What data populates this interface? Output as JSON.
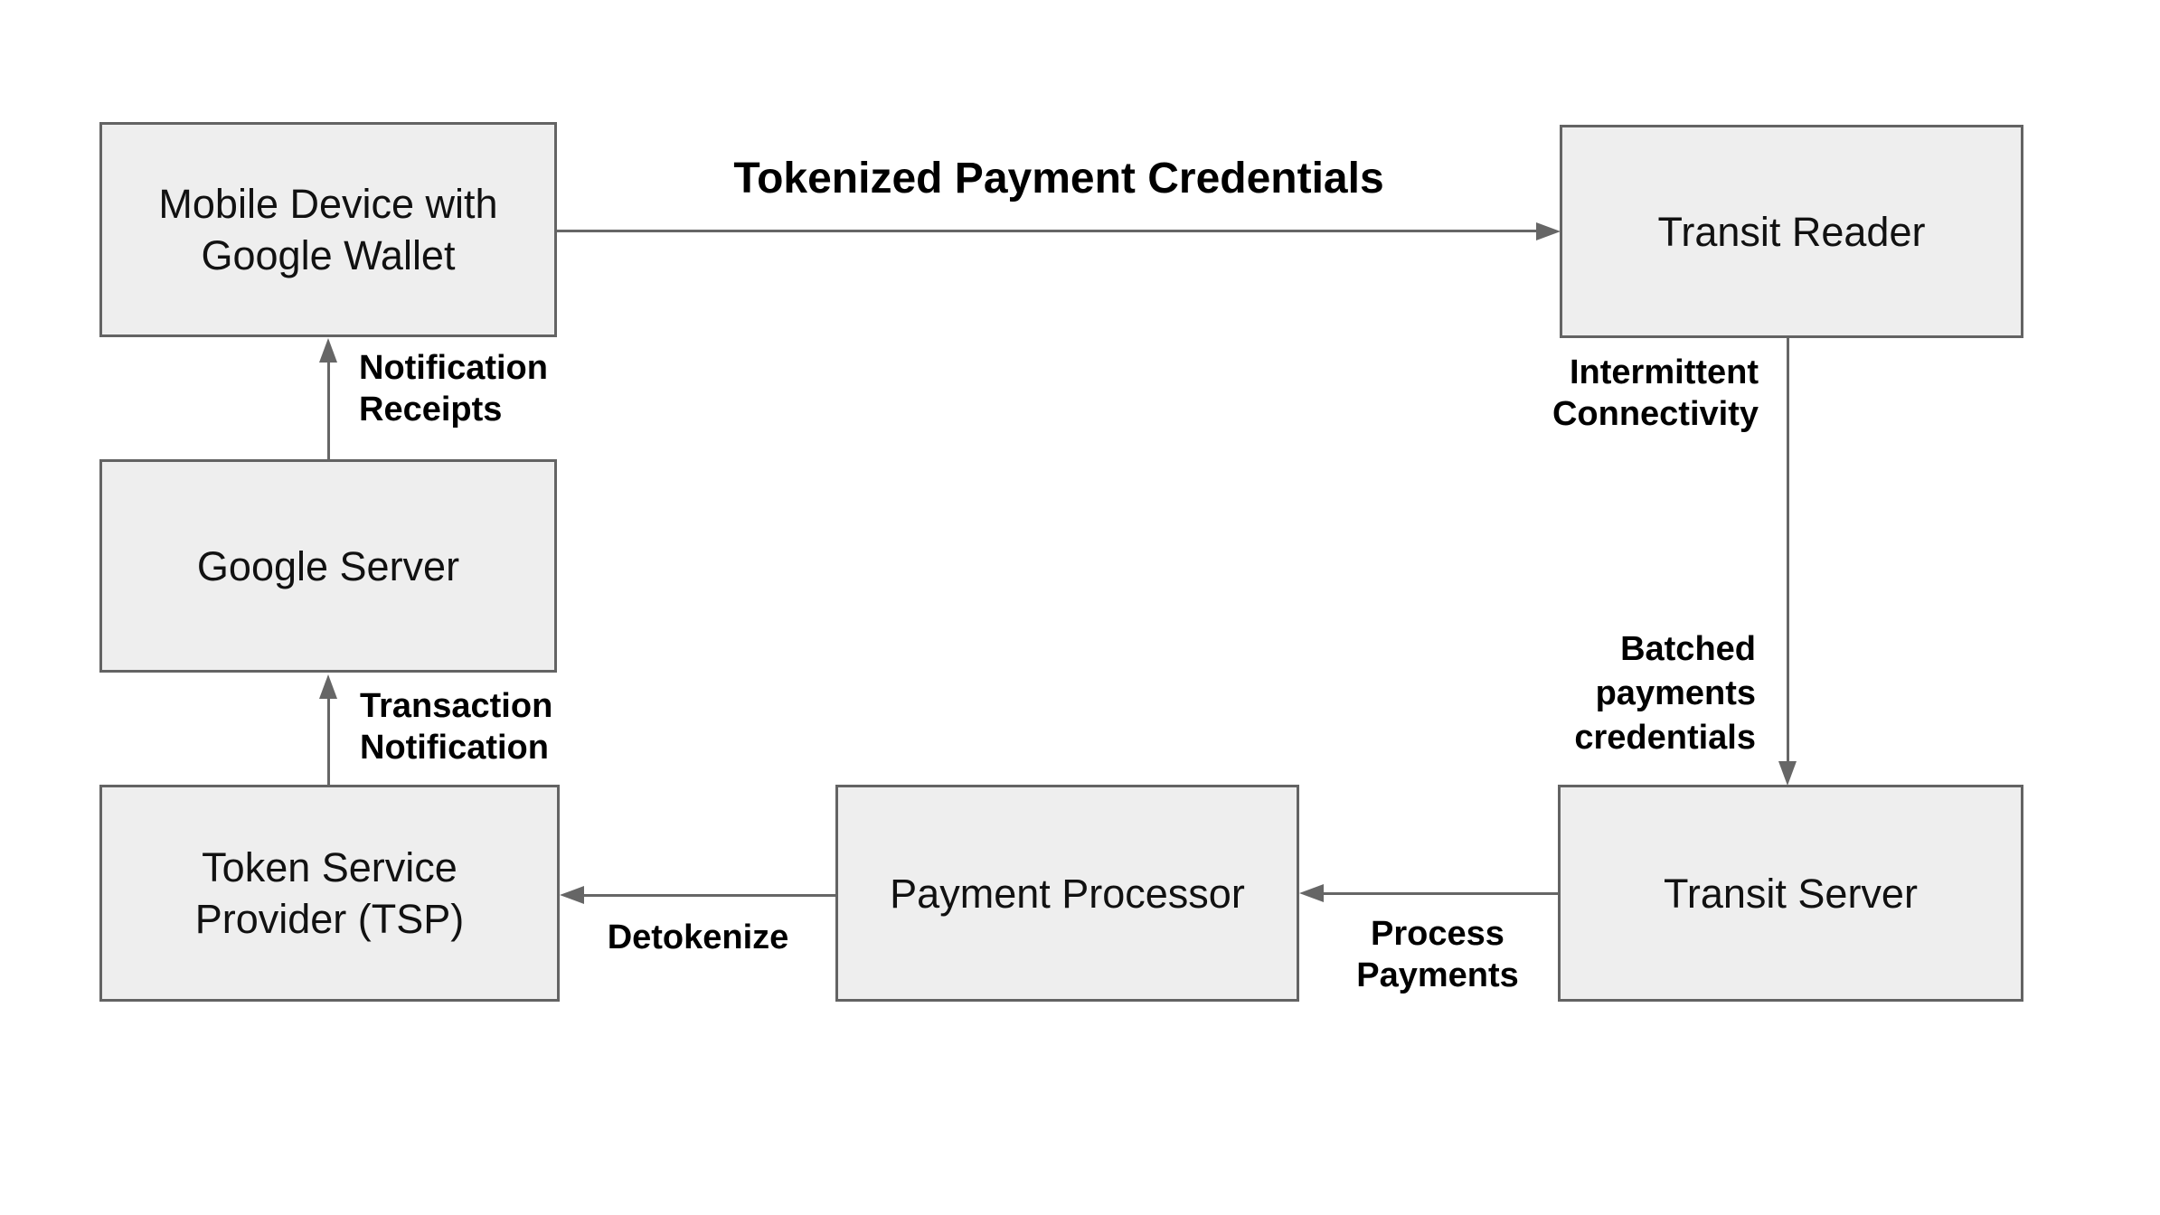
{
  "diagram": {
    "nodes": {
      "mobile": {
        "label": "Mobile Device with Google Wallet",
        "lines": [
          "Mobile Device with",
          "Google Wallet"
        ]
      },
      "transit_reader": {
        "label": "Transit Reader",
        "lines": [
          "Transit Reader"
        ]
      },
      "google_server": {
        "label": "Google Server",
        "lines": [
          "Google Server"
        ]
      },
      "tsp": {
        "label": "Token Service Provider (TSP)",
        "lines": [
          "Token Service",
          "Provider (TSP)"
        ]
      },
      "payment_processor": {
        "label": "Payment Processor",
        "lines": [
          "Payment Processor"
        ]
      },
      "transit_server": {
        "label": "Transit Server",
        "lines": [
          "Transit Server"
        ]
      }
    },
    "edges": {
      "tokenized": {
        "from": "mobile",
        "to": "transit_reader",
        "direction": "right",
        "label": "Tokenized Payment Credentials",
        "lines": [
          "Tokenized Payment Credentials"
        ]
      },
      "notification_receipts": {
        "from": "google_server",
        "to": "mobile",
        "direction": "up",
        "label": "Notification Receipts",
        "lines": [
          "Notification",
          "Receipts"
        ]
      },
      "transaction_notification": {
        "from": "tsp",
        "to": "google_server",
        "direction": "up",
        "label": "Transaction Notification",
        "lines": [
          "Transaction",
          "Notification"
        ]
      },
      "intermittent_connectivity": {
        "from": "transit_reader",
        "to": "transit_server",
        "direction": "down",
        "label": "Intermittent Connectivity",
        "lines": [
          "Intermittent",
          "Connectivity"
        ]
      },
      "batched_payments": {
        "from": "transit_reader",
        "to": "transit_server",
        "direction": "down",
        "label": "Batched payments credentials",
        "lines": [
          "Batched",
          "payments",
          "credentials"
        ]
      },
      "process_payments": {
        "from": "transit_server",
        "to": "payment_processor",
        "direction": "left",
        "label": "Process Payments",
        "lines": [
          "Process",
          "Payments"
        ]
      },
      "detokenize": {
        "from": "payment_processor",
        "to": "tsp",
        "direction": "left",
        "label": "Detokenize",
        "lines": [
          "Detokenize"
        ]
      }
    }
  },
  "colors": {
    "bg": "#ffffff",
    "node_fill": "#eeeeee",
    "node_border": "#636363",
    "node_text": "#111111",
    "label_text": "#000000",
    "arrow": "#666666"
  }
}
